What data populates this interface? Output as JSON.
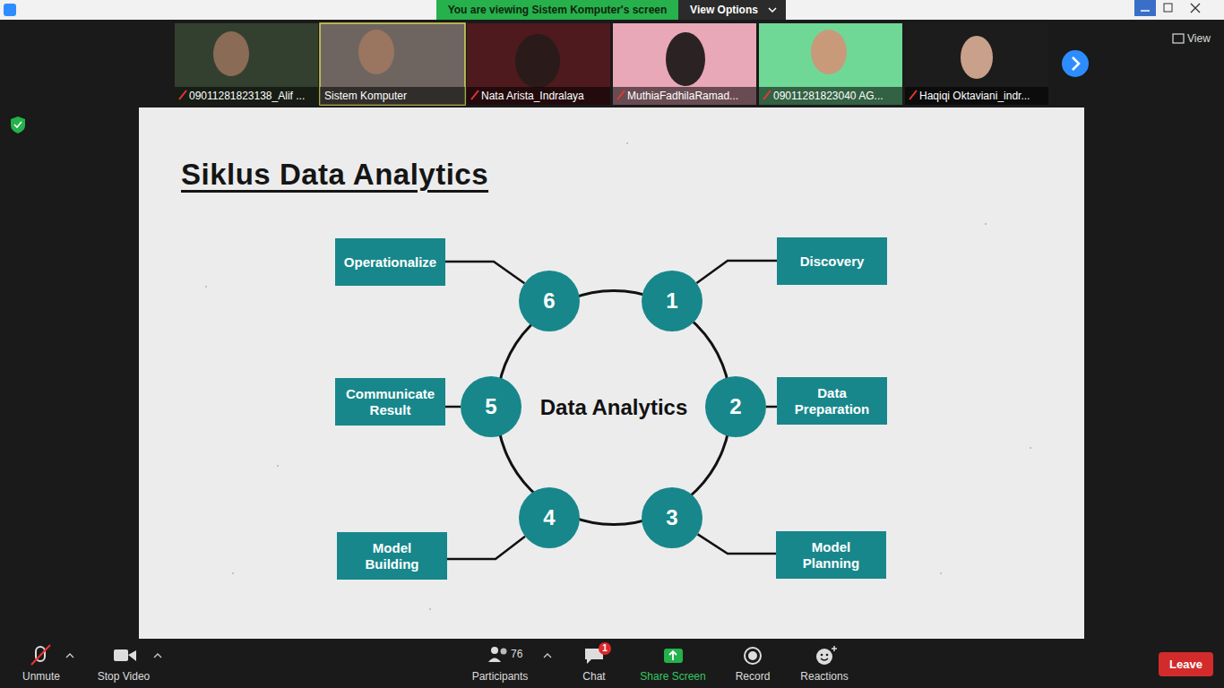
{
  "diagram": {
    "title": "Siklus Data Analytics",
    "nodes": [
      {
        "text": [
          "Operationalize"
        ]
      },
      {
        "text": [
          "6"
        ]
      },
      {
        "text": [
          "1"
        ]
      },
      {
        "text": [
          "Discovery"
        ]
      },
      {
        "text": [
          "Communicate Result"
        ]
      },
      {
        "text": [
          "5"
        ]
      },
      {
        "text": [
          "Data Analytics"
        ]
      },
      {
        "text": [
          "2"
        ]
      },
      {
        "text": [
          "Data Preparation"
        ]
      },
      {
        "text": [
          "Model Building"
        ]
      },
      {
        "text": [
          "4"
        ]
      },
      {
        "text": [
          "3"
        ]
      },
      {
        "text": [
          "Model Planning"
        ]
      }
    ],
    "edges": [
      {
        "from": 2,
        "to": 3,
        "arrow": "none"
      },
      {
        "from": 7,
        "to": 8,
        "arrow": "none"
      },
      {
        "from": 11,
        "to": 12,
        "arrow": "none"
      },
      {
        "from": 10,
        "to": 9,
        "arrow": "none"
      },
      {
        "from": 5,
        "to": 4,
        "arrow": "none"
      },
      {
        "from": 1,
        "to": 0,
        "arrow": "none"
      }
    ],
    "labels": [
      "You are viewing Sistem Komputer's screen",
      "View Options",
      "09011281823138_Alif ...",
      "Sistem Komputer",
      "Nata Arista_Indralaya",
      "MuthiaFadhilaRamad...",
      "09011281823040 AG...",
      "Haqiqi Oktaviani_indr...",
      "View",
      "Unmute",
      "Stop Video",
      "76",
      "Participants",
      "1",
      "Chat",
      "Share Screen",
      "Record",
      "Reactions",
      "Leave"
    ]
  }
}
